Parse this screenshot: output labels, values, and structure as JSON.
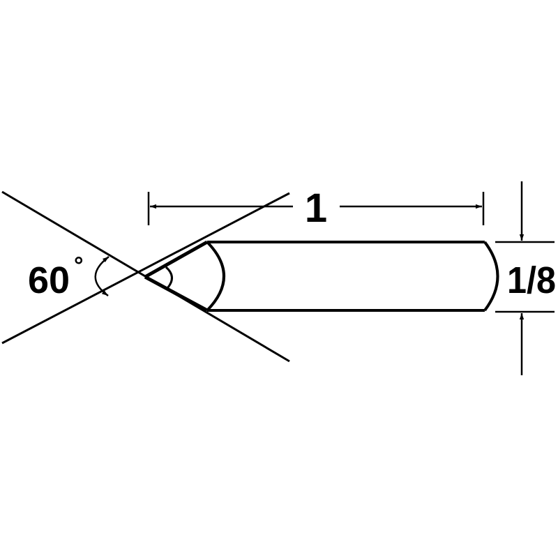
{
  "labels": {
    "angle": "60",
    "degree_symbol": "°",
    "length": "1",
    "diameter": "1/8"
  },
  "colors": {
    "line": "#000000",
    "background": "#ffffff"
  }
}
